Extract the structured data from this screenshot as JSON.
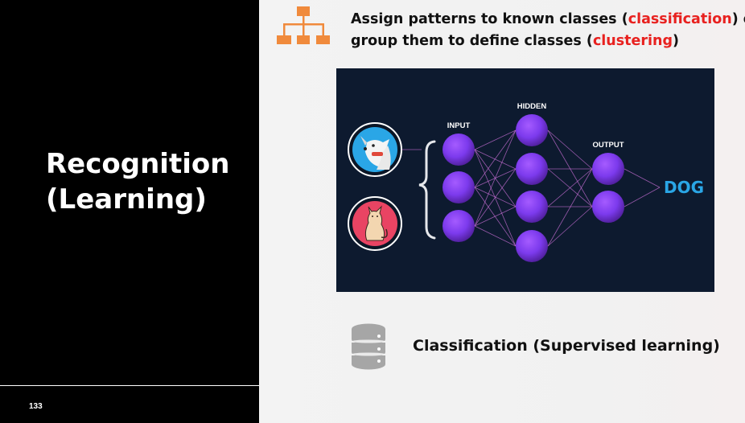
{
  "slide": {
    "title_line1": "Recognition",
    "title_line2": "(Learning)",
    "number": "133"
  },
  "heading": {
    "part1": "Assign patterns to known classes (",
    "highlight1": "classification",
    "part2": ") or",
    "part3": "group them to define classes (",
    "highlight2": "clustering",
    "part4": ")"
  },
  "figure": {
    "input_label": "INPUT",
    "hidden_label": "HIDDEN",
    "output_label": "OUTPUT",
    "result_label": "DOG",
    "icons": [
      "dog-icon",
      "cat-icon"
    ]
  },
  "subtitle": "Classification (Supervised learning)",
  "icons": {
    "hierarchy": "hierarchy-icon",
    "database": "database-icon"
  },
  "colors": {
    "left_background": "#000000",
    "highlight": "#e8211f",
    "icon_orange": "#f08a3c",
    "figure_background": "#0d1a2f",
    "neuron": "#7c3aed",
    "result_text": "#2aa6e6",
    "dog_circle": "#2aa6e6",
    "cat_circle": "#e94463"
  }
}
